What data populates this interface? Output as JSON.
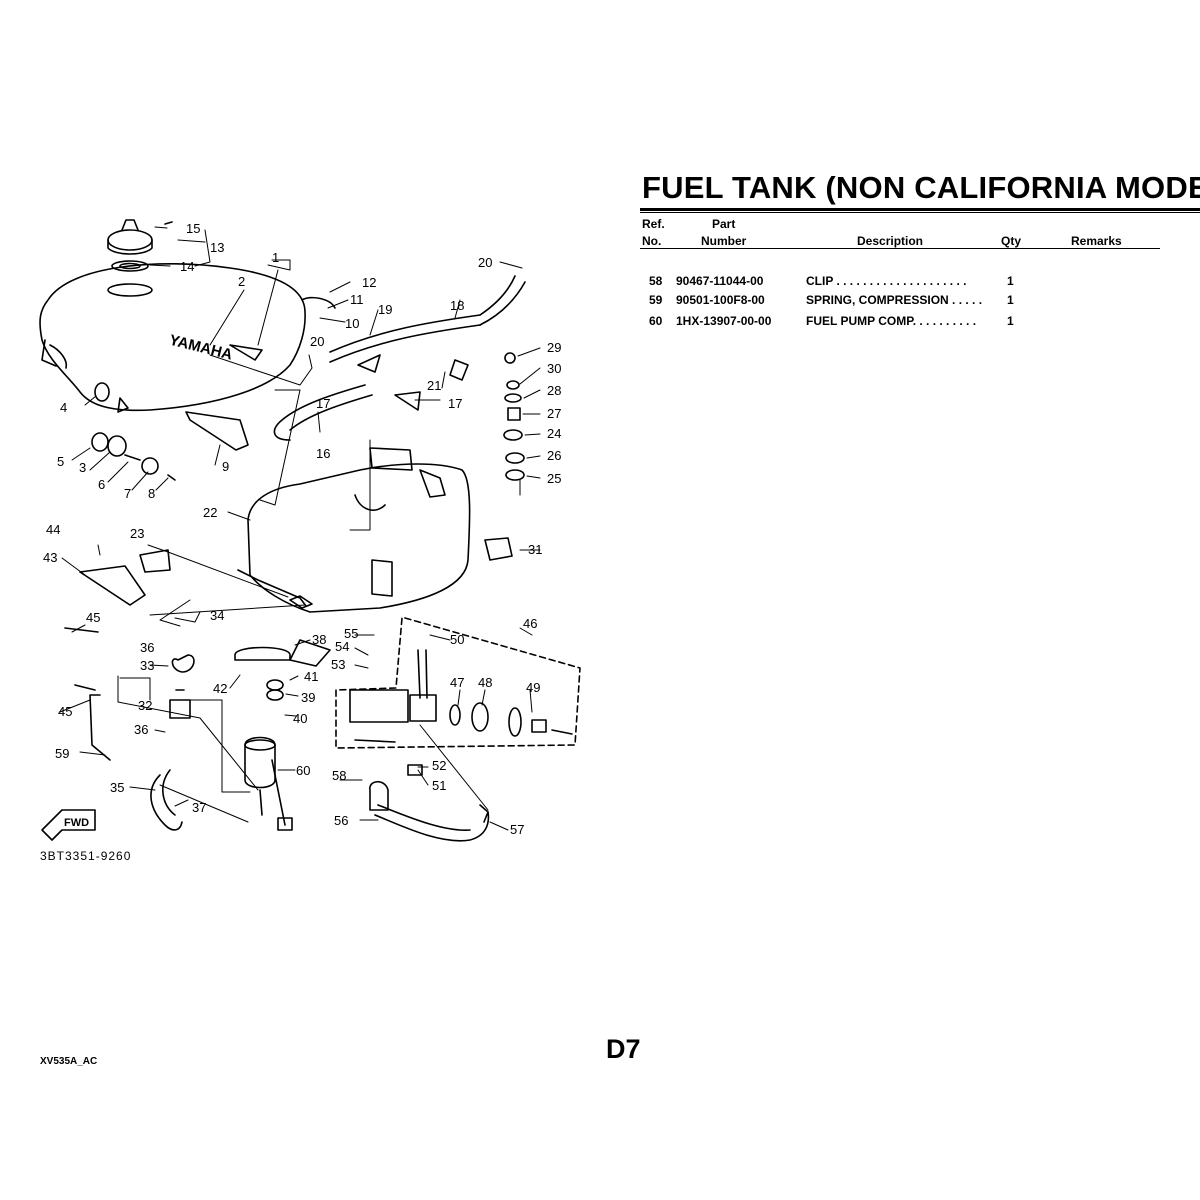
{
  "title": "FUEL TANK (NON CALIFORNIA MODEL)",
  "table": {
    "headers": {
      "ref_line1": "Ref.",
      "ref_line2": "No.",
      "part_line1": "Part",
      "part_line2": "Number",
      "description": "Description",
      "qty": "Qty",
      "remarks": "Remarks"
    },
    "rows": [
      {
        "ref": "58",
        "part_number": "90467-11044-00",
        "description": "CLIP  . . . . . . . . . . . . . . . . . . . .",
        "qty": "1"
      },
      {
        "ref": "59",
        "part_number": "90501-100F8-00",
        "description": "SPRING, COMPRESSION  . . . . .",
        "qty": "1"
      },
      {
        "ref": "60",
        "part_number": "1HX-13907-00-00",
        "description": "FUEL PUMP COMP.  . . . . . . . . .",
        "qty": "1"
      }
    ]
  },
  "diagram": {
    "drawing_number": "3BT3351-9260",
    "fwd_label": "FWD",
    "tank_brand": "YAMAHA",
    "callouts": [
      "1",
      "2",
      "3",
      "4",
      "5",
      "6",
      "7",
      "8",
      "9",
      "10",
      "11",
      "12",
      "13",
      "14",
      "15",
      "16",
      "17",
      "17",
      "18",
      "19",
      "20",
      "20",
      "21",
      "22",
      "23",
      "24",
      "25",
      "26",
      "27",
      "28",
      "29",
      "30",
      "31",
      "32",
      "33",
      "34",
      "35",
      "36",
      "36",
      "37",
      "38",
      "39",
      "40",
      "41",
      "42",
      "43",
      "44",
      "45",
      "45",
      "46",
      "47",
      "48",
      "49",
      "50",
      "51",
      "52",
      "53",
      "54",
      "55",
      "56",
      "57",
      "58",
      "59",
      "60"
    ]
  },
  "footer": {
    "model_code": "XV535A_AC",
    "page": "D7"
  }
}
